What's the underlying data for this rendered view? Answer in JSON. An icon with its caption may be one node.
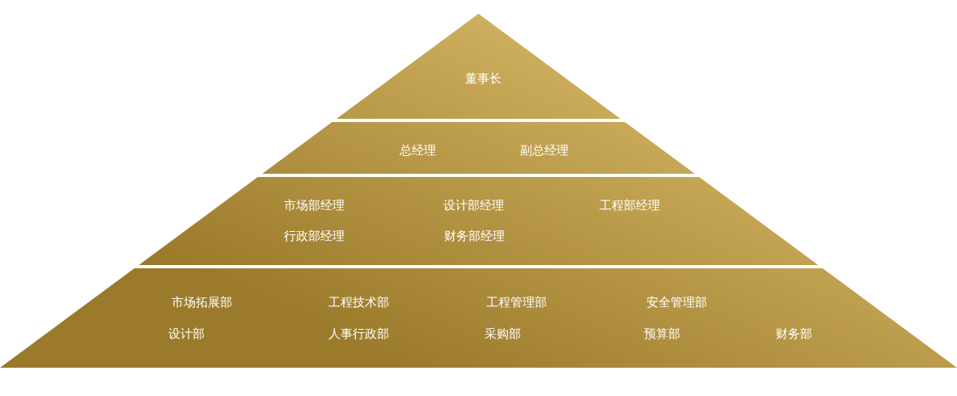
{
  "diagram": {
    "nodes": [
      {
        "text": [
          "董事长"
        ]
      },
      {
        "text": [
          "总经理",
          "副总经理"
        ]
      },
      {
        "text": [
          "市场部经理",
          "设计部经理",
          "工程部经理",
          "行政部经理",
          "财务部经理"
        ]
      },
      {
        "text": [
          "市场拓展部",
          "工程技术部",
          "工程管理部",
          "安全管理部",
          "设计部",
          "人事行政部",
          "采购部",
          "预算部",
          "财务部"
        ]
      }
    ]
  }
}
